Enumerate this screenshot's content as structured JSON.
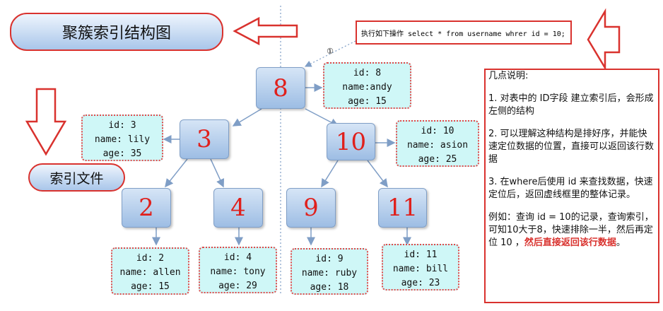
{
  "title": "聚簇索引结构图",
  "index_file_label": "索引文件",
  "sql": "执行如下操作 select * from username whrer id = 10;",
  "step_marker": "①",
  "nodes": {
    "n8": "8",
    "n3": "3",
    "n10": "10",
    "n2": "2",
    "n4": "4",
    "n9": "9",
    "n11": "11"
  },
  "records": {
    "r8": [
      "id: 8",
      "name:andy",
      "age: 15"
    ],
    "r3": [
      "id: 3",
      "name: lily",
      "age: 35"
    ],
    "r10": [
      "id: 10",
      "name: asion",
      "age: 25"
    ],
    "r2": [
      "id: 2",
      "name: allen",
      "age: 15"
    ],
    "r4": [
      "id: 4",
      "name: tony",
      "age: 29"
    ],
    "r9": [
      "id: 9",
      "name: ruby",
      "age: 18"
    ],
    "r11": [
      "id: 11",
      "name: bill",
      "age: 23"
    ]
  },
  "notes": {
    "heading": "几点说明:",
    "p1": "1. 对表中的 ID字段 建立索引后，会形成左侧的结构",
    "p2": "2. 可以理解这种结构是排好序，并能快速定位数据的位置，直接可以返回该行数据",
    "p3": "3. 在where后使用 id 来查找数据，快速定位后，返回虚线框里的整体记录。",
    "p4_plain": "例如：查询 id = 10的记录，查询索引，可知10大于8，快速排除一半，然后再定位 10 ，",
    "p4_red": "然后直接返回该行数据",
    "p4_end": "。"
  },
  "colors": {
    "accent_red": "#d9322e",
    "node_blue": "#9dbde4",
    "record_cyan": "#cff7f7",
    "arrow_blue": "#7f9ec6"
  }
}
